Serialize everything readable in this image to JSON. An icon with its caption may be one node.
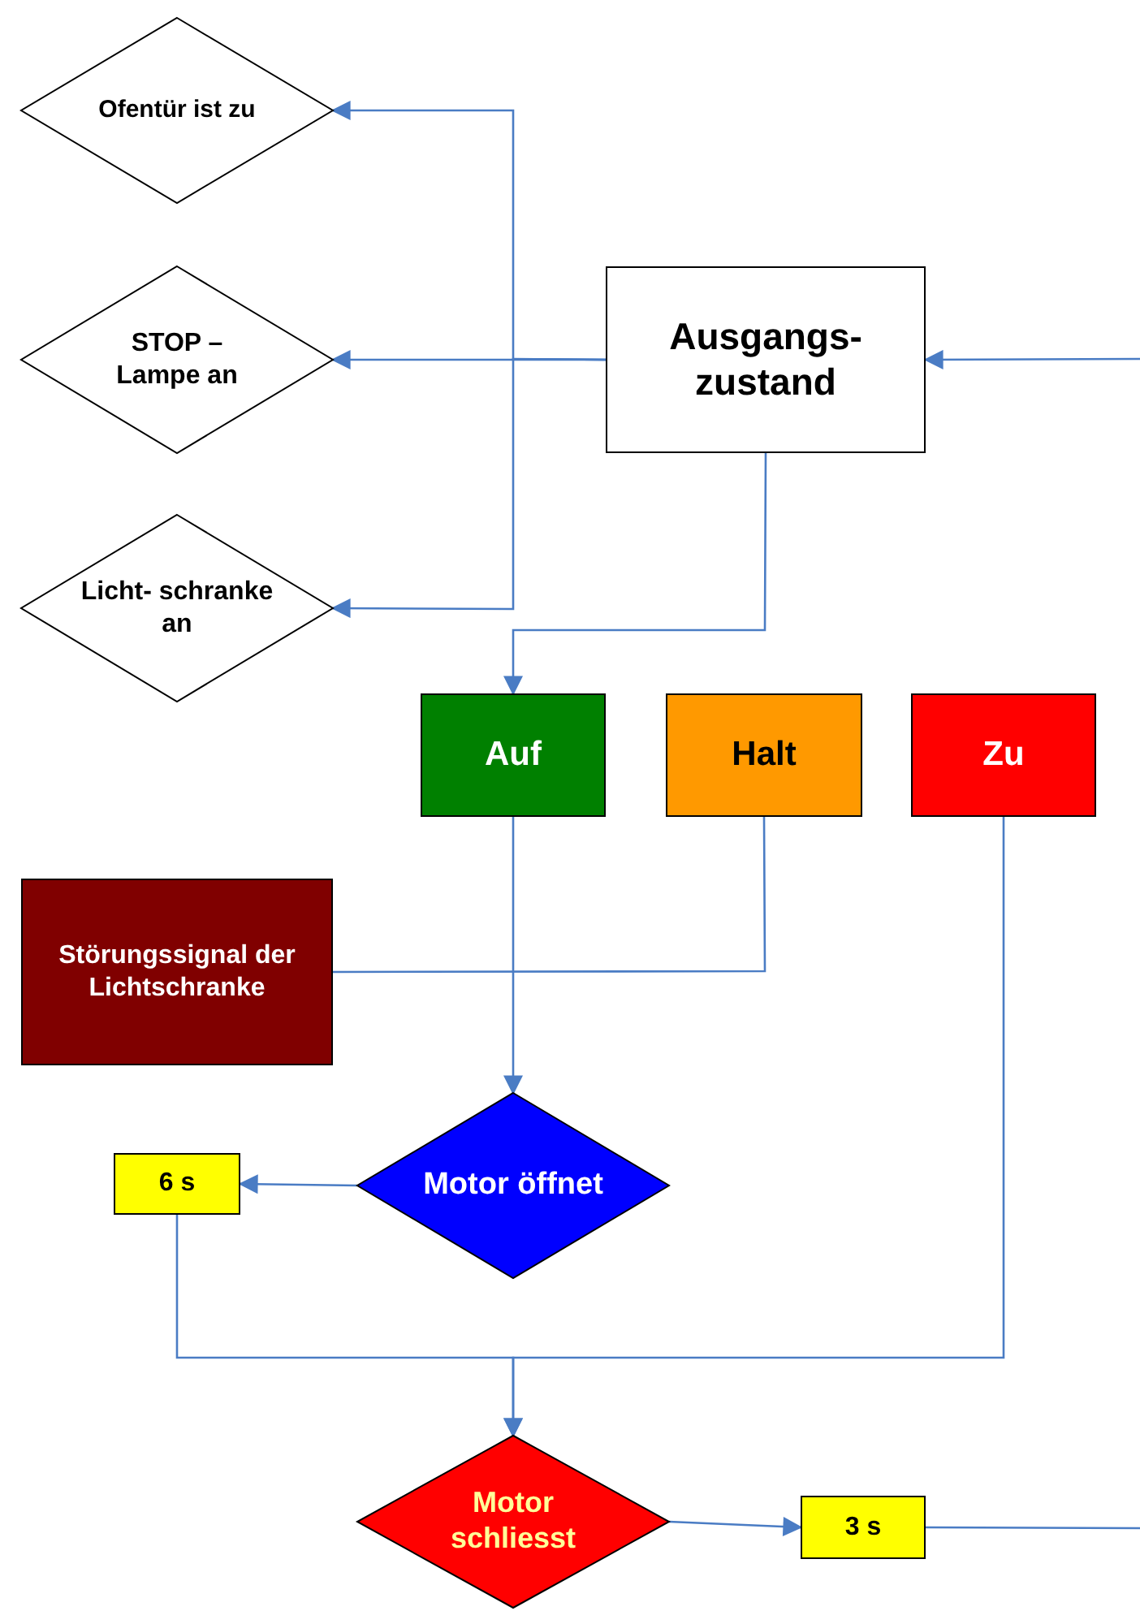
{
  "diagram": {
    "nodes": [
      {
        "text": [
          "Ofentür ist zu"
        ]
      },
      {
        "text": [
          "STOP – Lampe an"
        ]
      },
      {
        "text": [
          "Licht- schranke an"
        ]
      },
      {
        "text": [
          "Ausgangs- zustand"
        ]
      },
      {
        "text": [
          "Auf"
        ]
      },
      {
        "text": [
          "Halt"
        ]
      },
      {
        "text": [
          "Zu"
        ]
      },
      {
        "text": [
          "Störungssignal der Lichtschranke"
        ]
      },
      {
        "text": [
          "Motor öffnet"
        ]
      },
      {
        "text": [
          "6 s"
        ]
      },
      {
        "text": [
          "Motor schliesst"
        ]
      },
      {
        "text": [
          "3 s"
        ]
      }
    ],
    "edges": [
      {
        "from": null,
        "to": 3,
        "arrow": "to"
      },
      {
        "from": 3,
        "to": 0,
        "arrow": "to"
      },
      {
        "from": 3,
        "to": 1,
        "arrow": "to"
      },
      {
        "from": 3,
        "to": 2,
        "arrow": "to"
      },
      {
        "from": 3,
        "to": 4,
        "arrow": "to"
      },
      {
        "from": 4,
        "to": 8,
        "arrow": "to"
      },
      {
        "from": 7,
        "to": 5,
        "arrow": "none"
      },
      {
        "from": 8,
        "to": 9,
        "arrow": "to"
      },
      {
        "from": 9,
        "to": 10,
        "arrow": "to"
      },
      {
        "from": 6,
        "to": 10,
        "arrow": "to"
      },
      {
        "from": 10,
        "to": 11,
        "arrow": "to"
      },
      {
        "from": 11,
        "to": null,
        "arrow": "none"
      }
    ]
  }
}
